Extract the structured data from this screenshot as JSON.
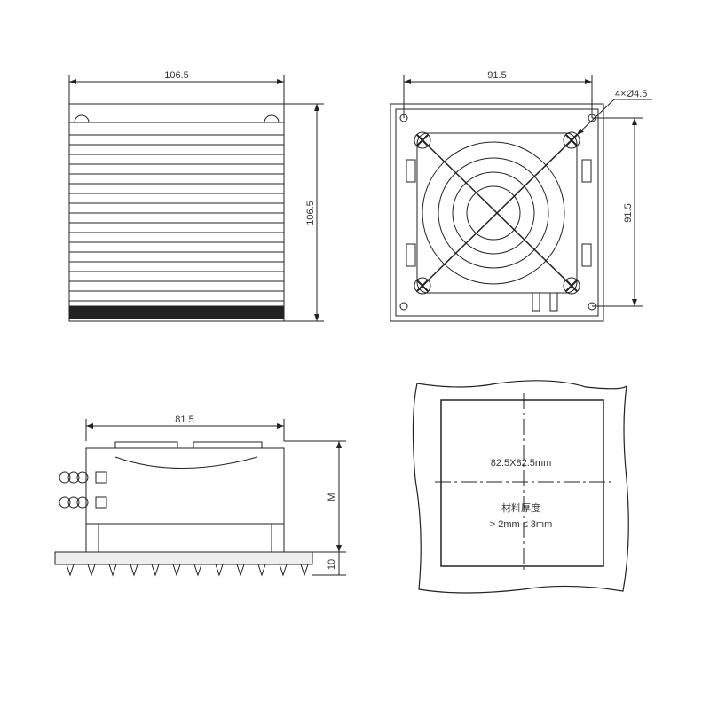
{
  "views": {
    "front": {
      "width_dim": "106.5",
      "height_dim": "106.5"
    },
    "back": {
      "width_dim": "91.5",
      "height_dim": "91.5",
      "hole_note": "4×Ø4.5"
    },
    "side": {
      "width_dim": "81.5",
      "depth_dim": "M",
      "base_dim": "10"
    },
    "cutout": {
      "size": "82.5X82.5mm",
      "material_label": "材料厚度",
      "thickness": "> 2mm ≤ 3mm"
    }
  }
}
